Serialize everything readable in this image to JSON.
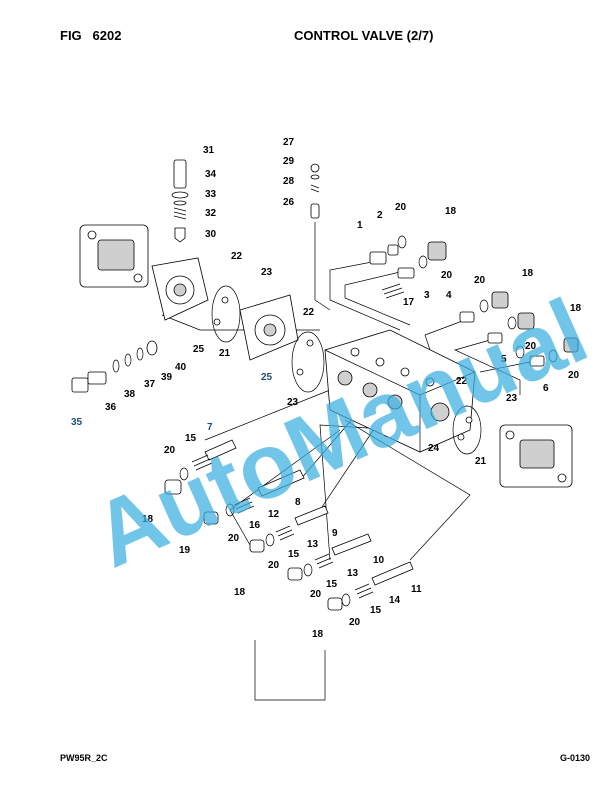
{
  "header": {
    "fig_label": "FIG",
    "fig_number": "6202",
    "title": "CONTROL VALVE (2/7)"
  },
  "footer": {
    "model_code": "PW95R_2C",
    "page_code": "G-0130"
  },
  "watermark": {
    "text": "AutoManual",
    "color": "#3aaee0"
  },
  "callouts": [
    {
      "id": "c31",
      "text": "31"
    },
    {
      "id": "c34",
      "text": "34"
    },
    {
      "id": "c33",
      "text": "33"
    },
    {
      "id": "c32",
      "text": "32"
    },
    {
      "id": "c30",
      "text": "30"
    },
    {
      "id": "c27",
      "text": "27"
    },
    {
      "id": "c29",
      "text": "29"
    },
    {
      "id": "c28",
      "text": "28"
    },
    {
      "id": "c26",
      "text": "26"
    },
    {
      "id": "c1",
      "text": "1"
    },
    {
      "id": "c2",
      "text": "2"
    },
    {
      "id": "c20a",
      "text": "20"
    },
    {
      "id": "c18a",
      "text": "18"
    },
    {
      "id": "c20b",
      "text": "20"
    },
    {
      "id": "c22a",
      "text": "22"
    },
    {
      "id": "c23a",
      "text": "23"
    },
    {
      "id": "c25a",
      "text": "25"
    },
    {
      "id": "c21a",
      "text": "21"
    },
    {
      "id": "c17",
      "text": "17"
    },
    {
      "id": "c3",
      "text": "3"
    },
    {
      "id": "c4",
      "text": "4"
    },
    {
      "id": "c20c",
      "text": "20"
    },
    {
      "id": "c18b",
      "text": "18"
    },
    {
      "id": "c18c",
      "text": "18"
    },
    {
      "id": "c5",
      "text": "5"
    },
    {
      "id": "c20d",
      "text": "20"
    },
    {
      "id": "c6",
      "text": "6"
    },
    {
      "id": "c20e",
      "text": "20"
    },
    {
      "id": "c22b",
      "text": "22"
    },
    {
      "id": "c25b",
      "text": "25"
    },
    {
      "id": "c23b",
      "text": "23"
    },
    {
      "id": "c40",
      "text": "40"
    },
    {
      "id": "c39",
      "text": "39"
    },
    {
      "id": "c37",
      "text": "37"
    },
    {
      "id": "c38",
      "text": "38"
    },
    {
      "id": "c36",
      "text": "36"
    },
    {
      "id": "c35",
      "text": "35"
    },
    {
      "id": "c22c",
      "text": "22"
    },
    {
      "id": "c23c",
      "text": "23"
    },
    {
      "id": "c24",
      "text": "24"
    },
    {
      "id": "c21b",
      "text": "21"
    },
    {
      "id": "c7",
      "text": "7"
    },
    {
      "id": "c15a",
      "text": "15"
    },
    {
      "id": "c20f",
      "text": "20"
    },
    {
      "id": "c18d",
      "text": "18"
    },
    {
      "id": "c8",
      "text": "8"
    },
    {
      "id": "c12",
      "text": "12"
    },
    {
      "id": "c16",
      "text": "16"
    },
    {
      "id": "c20g",
      "text": "20"
    },
    {
      "id": "c19",
      "text": "19"
    },
    {
      "id": "c9",
      "text": "9"
    },
    {
      "id": "c13a",
      "text": "13"
    },
    {
      "id": "c15b",
      "text": "15"
    },
    {
      "id": "c20h",
      "text": "20"
    },
    {
      "id": "c10",
      "text": "10"
    },
    {
      "id": "c13b",
      "text": "13"
    },
    {
      "id": "c15c",
      "text": "15"
    },
    {
      "id": "c18e",
      "text": "18"
    },
    {
      "id": "c20i",
      "text": "20"
    },
    {
      "id": "c11",
      "text": "11"
    },
    {
      "id": "c14",
      "text": "14"
    },
    {
      "id": "c15d",
      "text": "15"
    },
    {
      "id": "c20j",
      "text": "20"
    },
    {
      "id": "c18f",
      "text": "18"
    }
  ]
}
